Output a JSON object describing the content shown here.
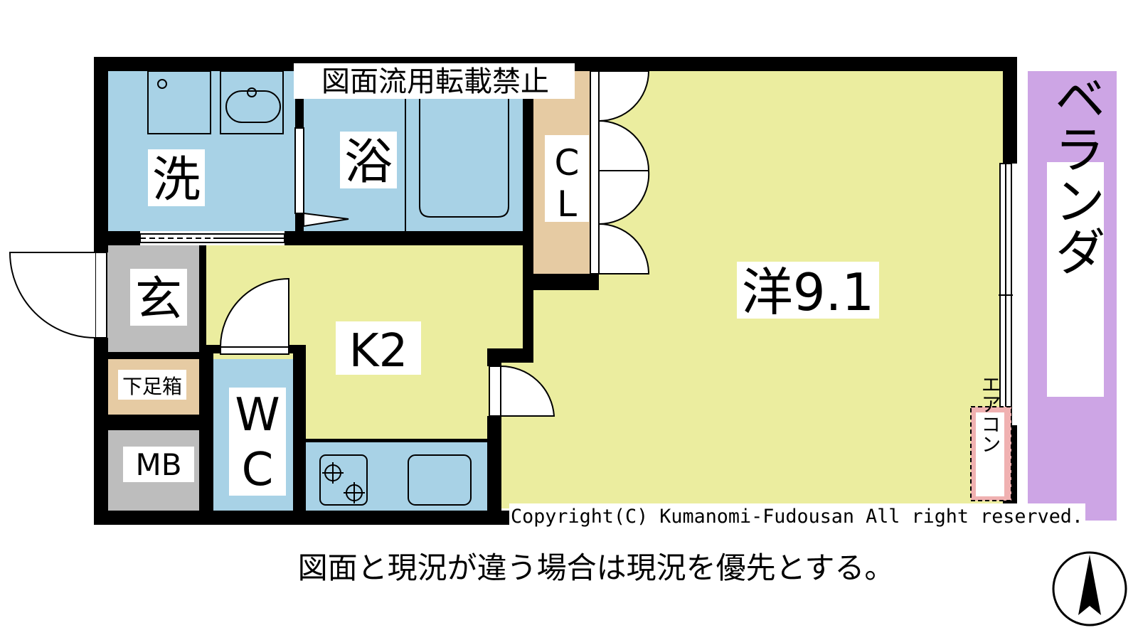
{
  "watermark": "図面流用転載禁止",
  "rooms": {
    "washroom": "洗",
    "bath": "浴",
    "closet_c": "C",
    "closet_l": "L",
    "western_room": "洋9.1",
    "balcony": "ベランダ",
    "entrance": "玄",
    "shoe_box": "下足箱",
    "meter_box": "MB",
    "kitchen": "K2",
    "toilet_w": "W",
    "toilet_c": "C",
    "aircon": "エアコン"
  },
  "copyright": "Copyright(C) Kumanomi-Fudousan All right reserved.",
  "disclaimer": "図面と現況が違う場合は現況を優先とする。",
  "colors": {
    "wet_area": "#a8d2e6",
    "room_floor": "#ebed9f",
    "storage": "#e6cba3",
    "gray_area": "#bdbdbd",
    "balcony": "#cda5e5",
    "aircon": "#f0b1b1",
    "wall": "#000000"
  },
  "icons": {
    "compass": "north-arrow-icon",
    "stove": "gas-stove-icon",
    "sink": "sink-icon",
    "bathtub": "bathtub-icon",
    "washbasin": "washbasin-icon"
  }
}
